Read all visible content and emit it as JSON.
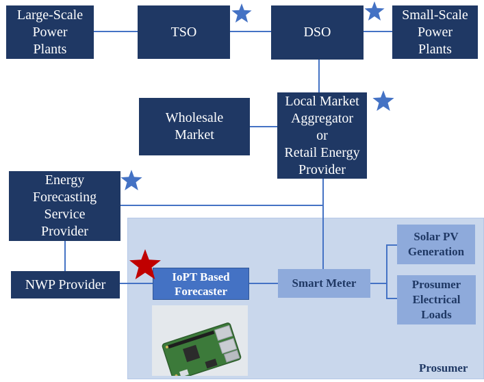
{
  "nodes": {
    "large_scale": "Large-Scale\nPower\nPlants",
    "tso": "TSO",
    "dso": "DSO",
    "small_scale": "Small-Scale\nPower\nPlants",
    "wholesale": "Wholesale\nMarket",
    "aggregator": "Local Market\nAggregator\nor\nRetail Energy\nProvider",
    "forecasting": "Energy\nForecasting\nService\nProvider",
    "nwp": "NWP Provider",
    "iopt": "IoPT Based\nForecaster",
    "smart_meter": "Smart Meter",
    "solar": "Solar PV\nGeneration",
    "loads": "Prosumer\nElectrical\nLoads"
  },
  "region_label": "Prosumer",
  "colors": {
    "dark_box": "#1f3864",
    "highlight_box": "#4472c4",
    "light_box": "#8eaadb",
    "prosumer_region": "#c9d7ec",
    "connector": "#4472c4",
    "star_blue": "#4472c4",
    "star_red": "#c00000"
  },
  "icons": [
    "star-icon",
    "raspberry-pi-board-image"
  ]
}
